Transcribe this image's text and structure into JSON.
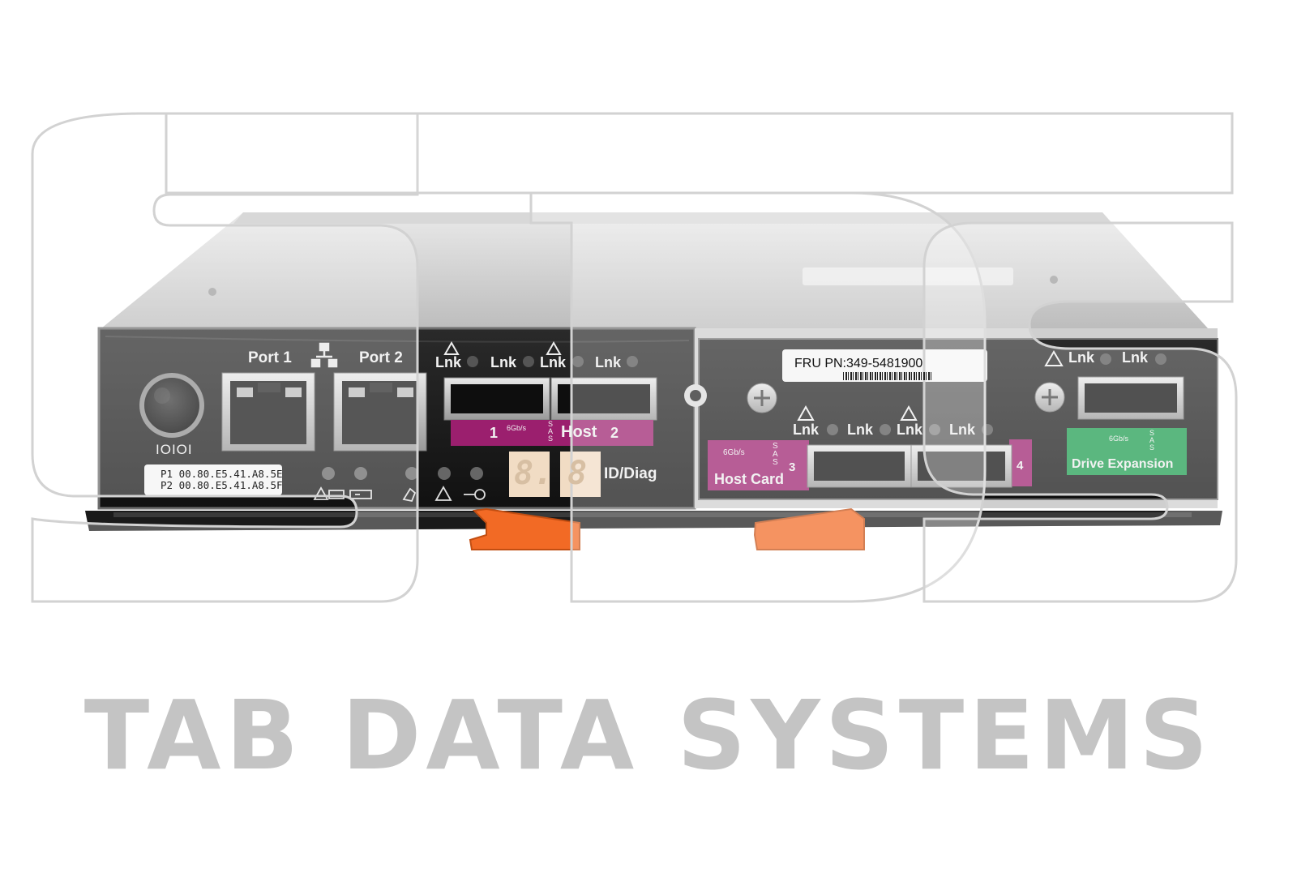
{
  "watermark": {
    "monogram": "SDS",
    "company_name": "TAB DATA SYSTEMS",
    "color": "#c4c4c4"
  },
  "controller": {
    "serial_port_label": "IOIOI",
    "management_ports": [
      {
        "label": "Port 1"
      },
      {
        "label": "Port 2"
      }
    ],
    "network_icon": "network-icon",
    "mac_addresses": [
      "P1 00.80.E5.41.A8.5E",
      "P2 00.80.E5.41.A8.5F"
    ],
    "host_ports": {
      "link_labels": [
        "Lnk",
        "Lnk",
        "Lnk",
        "Lnk"
      ],
      "strip_left_number": "1",
      "strip_label": "Host",
      "strip_right_number": "2",
      "speed": "6Gb/s",
      "protocol": "SAS",
      "strip_color": "#9b1f6e"
    },
    "seven_segment": {
      "digits": [
        "8.",
        "8"
      ],
      "label": "ID/Diag",
      "display_color": "#f1dcc4"
    },
    "status_icons": [
      "battery-warning-icon",
      "battery-icon",
      "cache-icon",
      "warning-icon",
      "power-icon"
    ],
    "release_tab_color": "#f26a25",
    "host_card": {
      "fru_label": "FRU PN:349-5481900",
      "link_labels": [
        "Lnk",
        "Lnk",
        "Lnk",
        "Lnk"
      ],
      "label": "Host Card",
      "speed": "6Gb/s",
      "protocol": "SAS",
      "port_left_number": "3",
      "port_right_number": "4",
      "label_color": "#9b1f6e"
    },
    "drive_expansion": {
      "link_labels": [
        "Lnk",
        "Lnk"
      ],
      "label": "Drive Expansion",
      "speed": "6Gb/s",
      "protocol": "SAS",
      "label_color": "#1c9b4e"
    }
  }
}
